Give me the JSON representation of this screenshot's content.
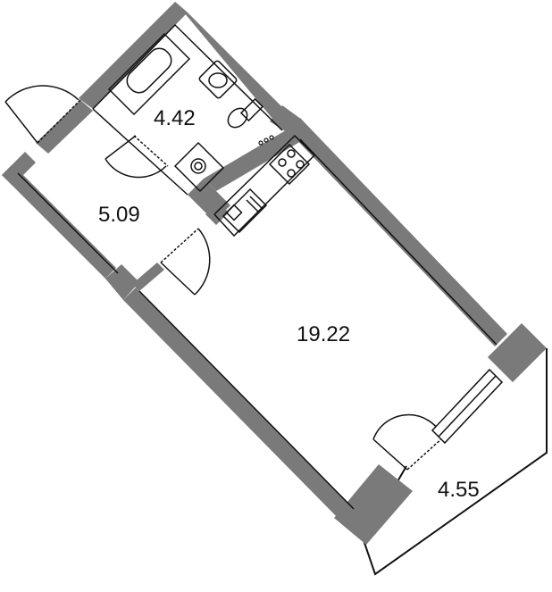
{
  "rooms": [
    {
      "id": "bathroom",
      "area": "4.42"
    },
    {
      "id": "hallway",
      "area": "5.09"
    },
    {
      "id": "living-room",
      "area": "19.22"
    },
    {
      "id": "balcony",
      "area": "4.55"
    }
  ],
  "colors": {
    "wall": "#7a7a7a",
    "line": "#111111",
    "background": "#ffffff"
  },
  "icons": {
    "bathtub": "bathtub-icon",
    "sink": "sink-icon",
    "toilet": "toilet-icon",
    "washer": "washing-machine-icon",
    "stove": "stove-icon",
    "kitchen_sink": "kitchen-sink-icon"
  }
}
